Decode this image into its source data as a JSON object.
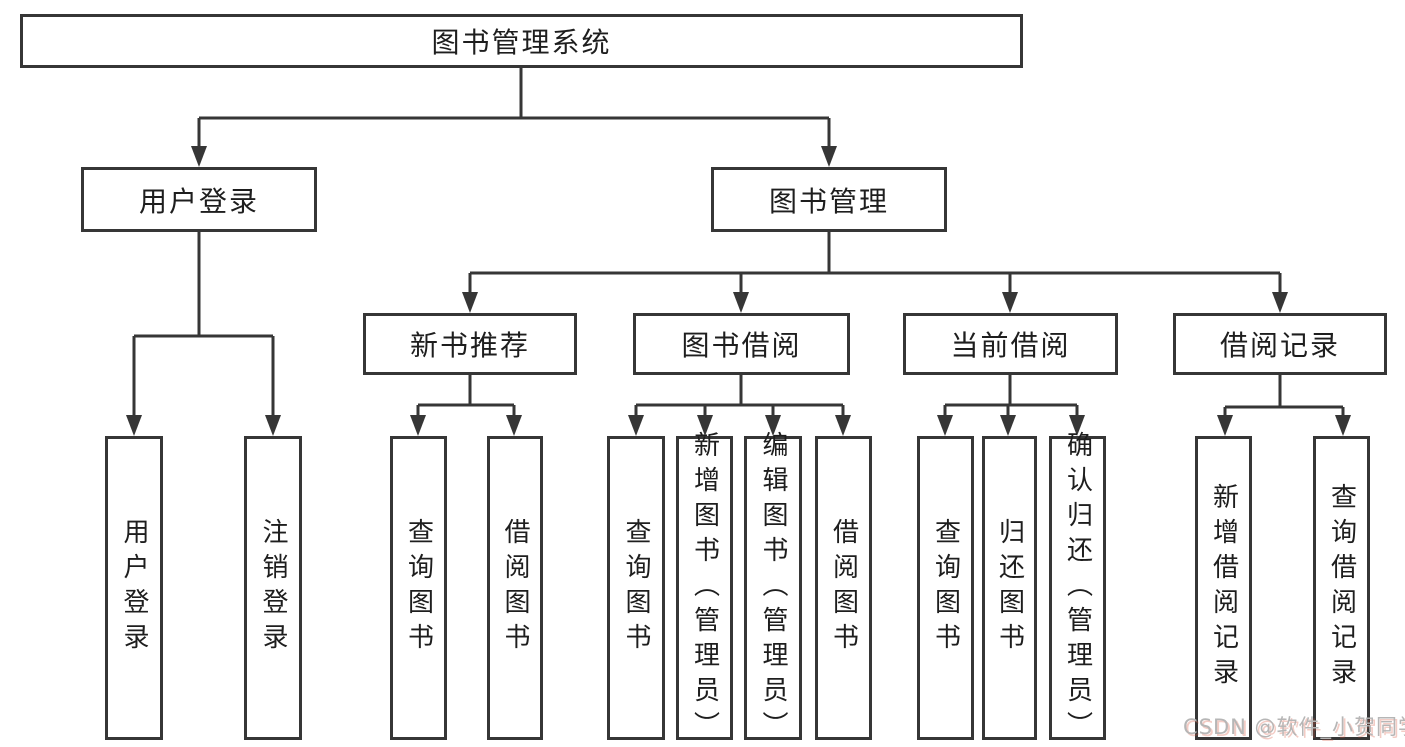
{
  "tree": {
    "root": {
      "label": "图书管理系统"
    },
    "branches": [
      {
        "label": "用户登录",
        "children": [
          {
            "label": "用户登录"
          },
          {
            "label": "注销登录"
          }
        ]
      },
      {
        "label": "图书管理",
        "groups": [
          {
            "label": "新书推荐",
            "children": [
              {
                "label": "查询图书"
              },
              {
                "label": "借阅图书"
              }
            ]
          },
          {
            "label": "图书借阅",
            "children": [
              {
                "label": "查询图书"
              },
              {
                "label": "新增图书（管理员）"
              },
              {
                "label": "编辑图书（管理员）"
              },
              {
                "label": "借阅图书"
              }
            ]
          },
          {
            "label": "当前借阅",
            "children": [
              {
                "label": "查询图书"
              },
              {
                "label": "归还图书"
              },
              {
                "label": "确认归还（管理员）"
              }
            ]
          },
          {
            "label": "借阅记录",
            "children": [
              {
                "label": "新增借阅记录"
              },
              {
                "label": "查询借阅记录"
              }
            ]
          }
        ]
      }
    ]
  },
  "watermark": {
    "text": "CSDN @软件_小贺同学"
  },
  "colors": {
    "line": "#363636",
    "text": "#1e1e1e",
    "watermark": "#b6b6b6",
    "background": "#ffffff"
  }
}
